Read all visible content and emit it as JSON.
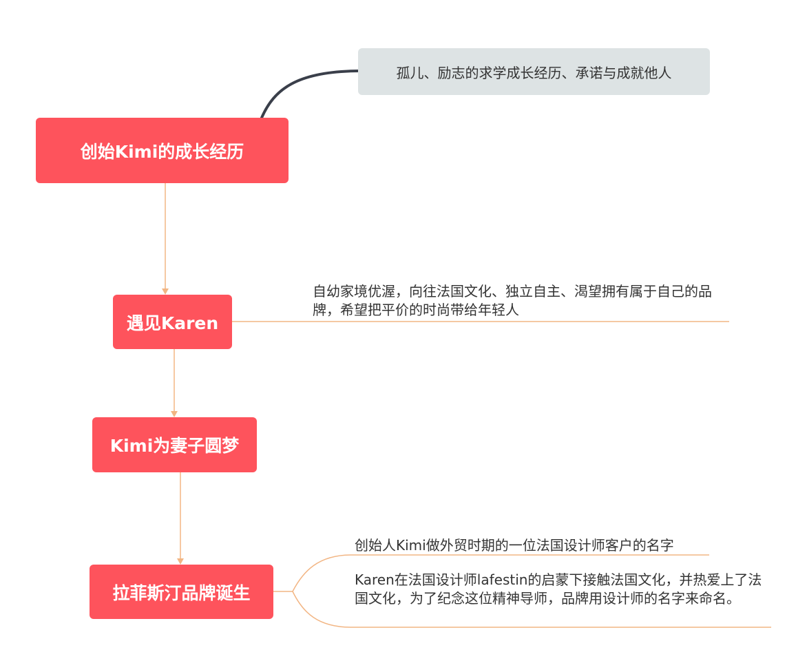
{
  "nodes": {
    "root": "创始Kimi的成长经历",
    "step1": "遇见Karen",
    "step2": "Kimi为妻子圆梦",
    "step3": "拉菲斯汀品牌诞生"
  },
  "summary": "孤儿、励志的求学成长经历、承诺与成就他人",
  "notes": {
    "karen": "自幼家境优渥，向往法国文化、独立自主、渴望拥有属于自己的品牌，希望把平价的时尚带给年轻人",
    "brand_a": "创始人Kimi做外贸时期的一位法国设计师客户的名字",
    "brand_b": "Karen在法国设计师lafestin的启蒙下接触法国文化，并热爱上了法国文化，为了纪念这位精神导师，品牌用设计师的名字来命名。"
  },
  "colors": {
    "node": "#fe535c",
    "summary": "#dde3e4",
    "connector": "#f2b583",
    "summary_connector": "#3a3f4a"
  }
}
